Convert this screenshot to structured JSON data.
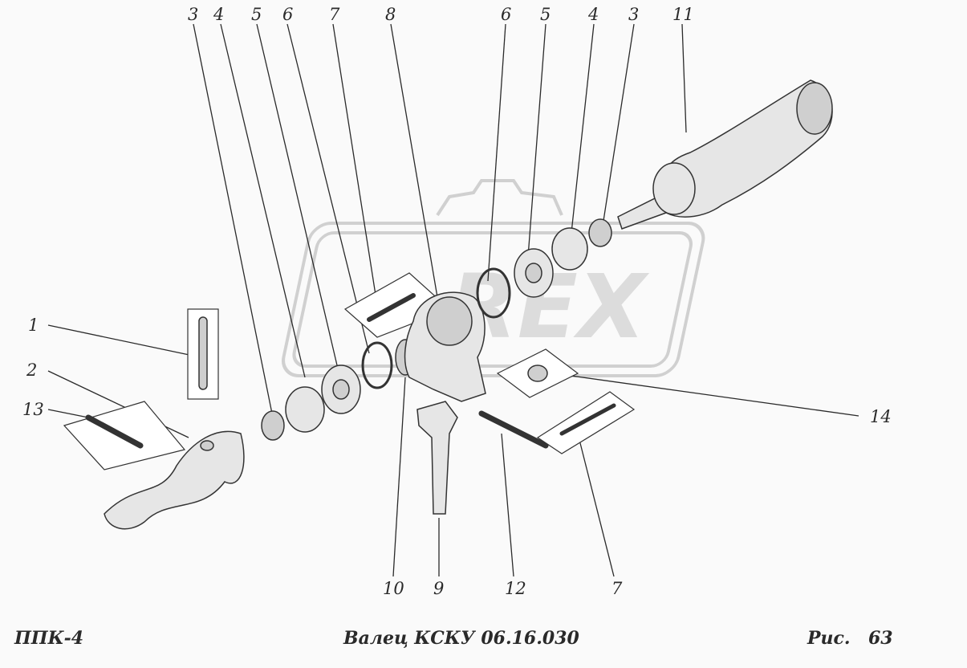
{
  "diagram": {
    "callouts": [
      {
        "id": "c3a",
        "label": "3"
      },
      {
        "id": "c4a",
        "label": "4"
      },
      {
        "id": "c5a",
        "label": "5"
      },
      {
        "id": "c6a",
        "label": "6"
      },
      {
        "id": "c7a",
        "label": "7"
      },
      {
        "id": "c8",
        "label": "8"
      },
      {
        "id": "c6b",
        "label": "6"
      },
      {
        "id": "c5b",
        "label": "5"
      },
      {
        "id": "c4b",
        "label": "4"
      },
      {
        "id": "c3b",
        "label": "3"
      },
      {
        "id": "c11",
        "label": "11"
      },
      {
        "id": "c1",
        "label": "1"
      },
      {
        "id": "c2",
        "label": "2"
      },
      {
        "id": "c13",
        "label": "13"
      },
      {
        "id": "c14",
        "label": "14"
      },
      {
        "id": "c10",
        "label": "10"
      },
      {
        "id": "c9",
        "label": "9"
      },
      {
        "id": "c12",
        "label": "12"
      },
      {
        "id": "c7b",
        "label": "7"
      }
    ],
    "watermark": "REX"
  },
  "footer": {
    "left": "ППК-4",
    "center": "Валец КСКУ 06.16.030",
    "fig_label": "Рис.",
    "fig_number": "63"
  }
}
